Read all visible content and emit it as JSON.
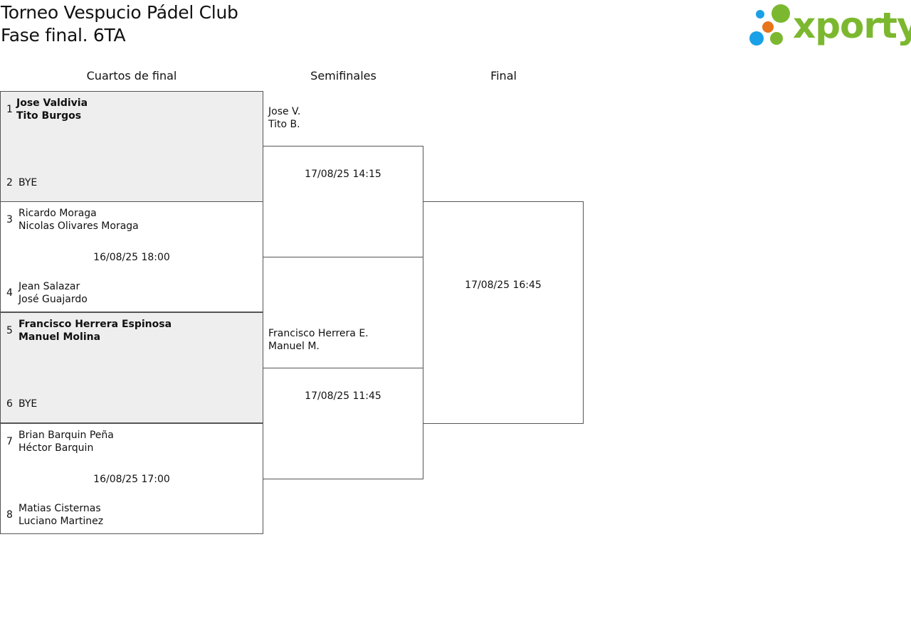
{
  "header": {
    "title": "Torneo Vespucio Pádel Club",
    "subtitle": "Fase final. 6TA"
  },
  "logo": {
    "text": "xporty",
    "colors": {
      "green": "#7cb82f",
      "blue": "#1aa0e6",
      "orange": "#e8741c"
    }
  },
  "rounds": {
    "quarterfinals": "Cuartos de final",
    "semifinals": "Semifinales",
    "final": "Final"
  },
  "quarterfinals": [
    {
      "top": {
        "seed": "1",
        "players": [
          "Jose Valdivia",
          "Tito Burgos"
        ]
      },
      "bottom": {
        "seed": "2",
        "label": "BYE"
      }
    },
    {
      "top": {
        "seed": "3",
        "players": [
          "Ricardo Moraga",
          "Nicolas Olivares Moraga"
        ]
      },
      "bottom": {
        "seed": "4",
        "players": [
          "Jean Salazar",
          "José Guajardo"
        ]
      },
      "date": "16/08/25 18:00"
    },
    {
      "top": {
        "seed": "5",
        "players": [
          "Francisco Herrera Espinosa",
          "Manuel Molina"
        ]
      },
      "bottom": {
        "seed": "6",
        "label": "BYE"
      }
    },
    {
      "top": {
        "seed": "7",
        "players": [
          "Brian Barquin Peña",
          "Héctor Barquin"
        ]
      },
      "bottom": {
        "seed": "8",
        "players": [
          "Matias Cisternas",
          "Luciano Martinez"
        ]
      },
      "date": "16/08/25 17:00"
    }
  ],
  "semifinals": [
    {
      "winner": [
        "Jose V.",
        "Tito B."
      ],
      "date": "17/08/25 14:15"
    },
    {
      "winner": [
        "Francisco Herrera E.",
        "Manuel M."
      ],
      "date": "17/08/25 11:45"
    }
  ],
  "final": {
    "date": "17/08/25 16:45"
  }
}
